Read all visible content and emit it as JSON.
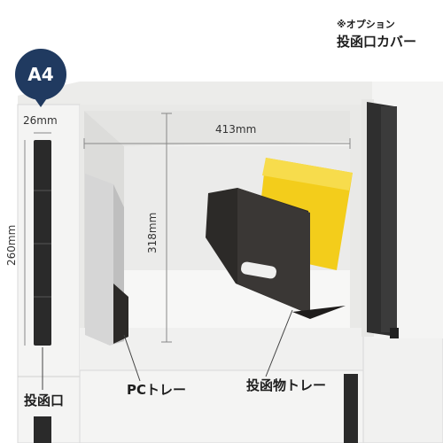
{
  "badge": "A4",
  "dimensions": {
    "slot_width": "26mm",
    "interior_width": "413mm",
    "interior_height": "318mm",
    "slot_height": "260mm"
  },
  "labels": {
    "option_note": "※オプション",
    "slot_cover": "投函口カバー",
    "slot": "投函口",
    "pc_tray": "PCトレー",
    "mail_tray": "投函物トレー"
  },
  "colors": {
    "badge_bg": "#203a60",
    "cabinet": "#f1f1f0",
    "tray": "#2c2a28",
    "envelope": "#f3cd1b"
  }
}
